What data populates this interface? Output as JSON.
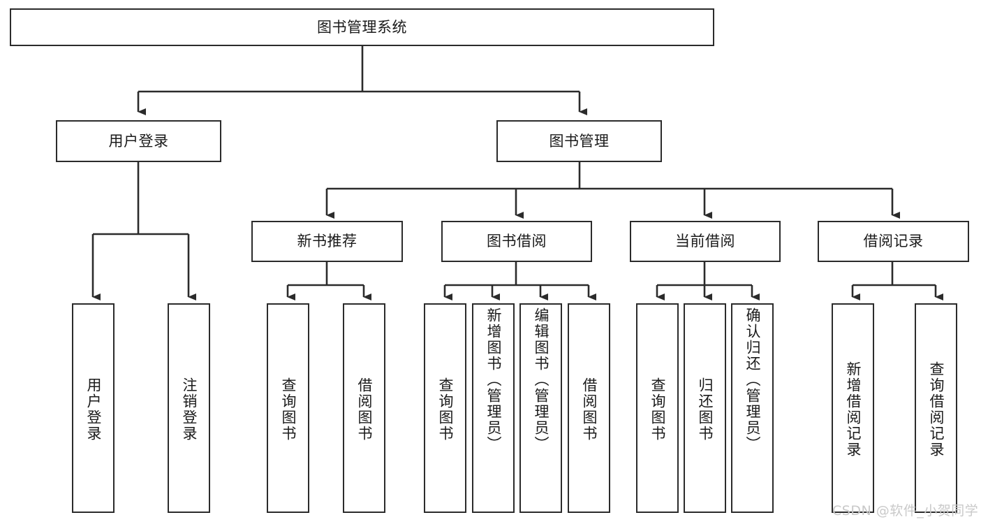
{
  "diagram": {
    "title": "图书管理系统",
    "type": "tree",
    "background_color": "#ffffff",
    "line_color": "#2b2b2b",
    "text_color": "#1a1a1a",
    "root": {
      "label": "图书管理系统",
      "level": 0
    },
    "level1": [
      {
        "label": "用户登录"
      },
      {
        "label": "图书管理"
      }
    ],
    "level2": [
      {
        "label": "新书推荐"
      },
      {
        "label": "图书借阅"
      },
      {
        "label": "当前借阅"
      },
      {
        "label": "借阅记录"
      }
    ],
    "leaves": {
      "user_login": [
        {
          "label": "用户登录"
        },
        {
          "label": "注销登录"
        }
      ],
      "new_book_recommend": [
        {
          "label": "查询图书"
        },
        {
          "label": "借阅图书"
        }
      ],
      "book_borrow": [
        {
          "label": "查询图书"
        },
        {
          "label": "新增图书（管理员）"
        },
        {
          "label": "编辑图书（管理员）"
        },
        {
          "label": "借阅图书"
        }
      ],
      "current_borrow": [
        {
          "label": "查询图书"
        },
        {
          "label": "归还图书"
        },
        {
          "label": "确认归还（管理员）"
        }
      ],
      "borrow_record": [
        {
          "label": "新增借阅记录"
        },
        {
          "label": "查询借阅记录"
        }
      ]
    }
  },
  "watermark": {
    "text": "CSDN @软件_小贺同学"
  }
}
